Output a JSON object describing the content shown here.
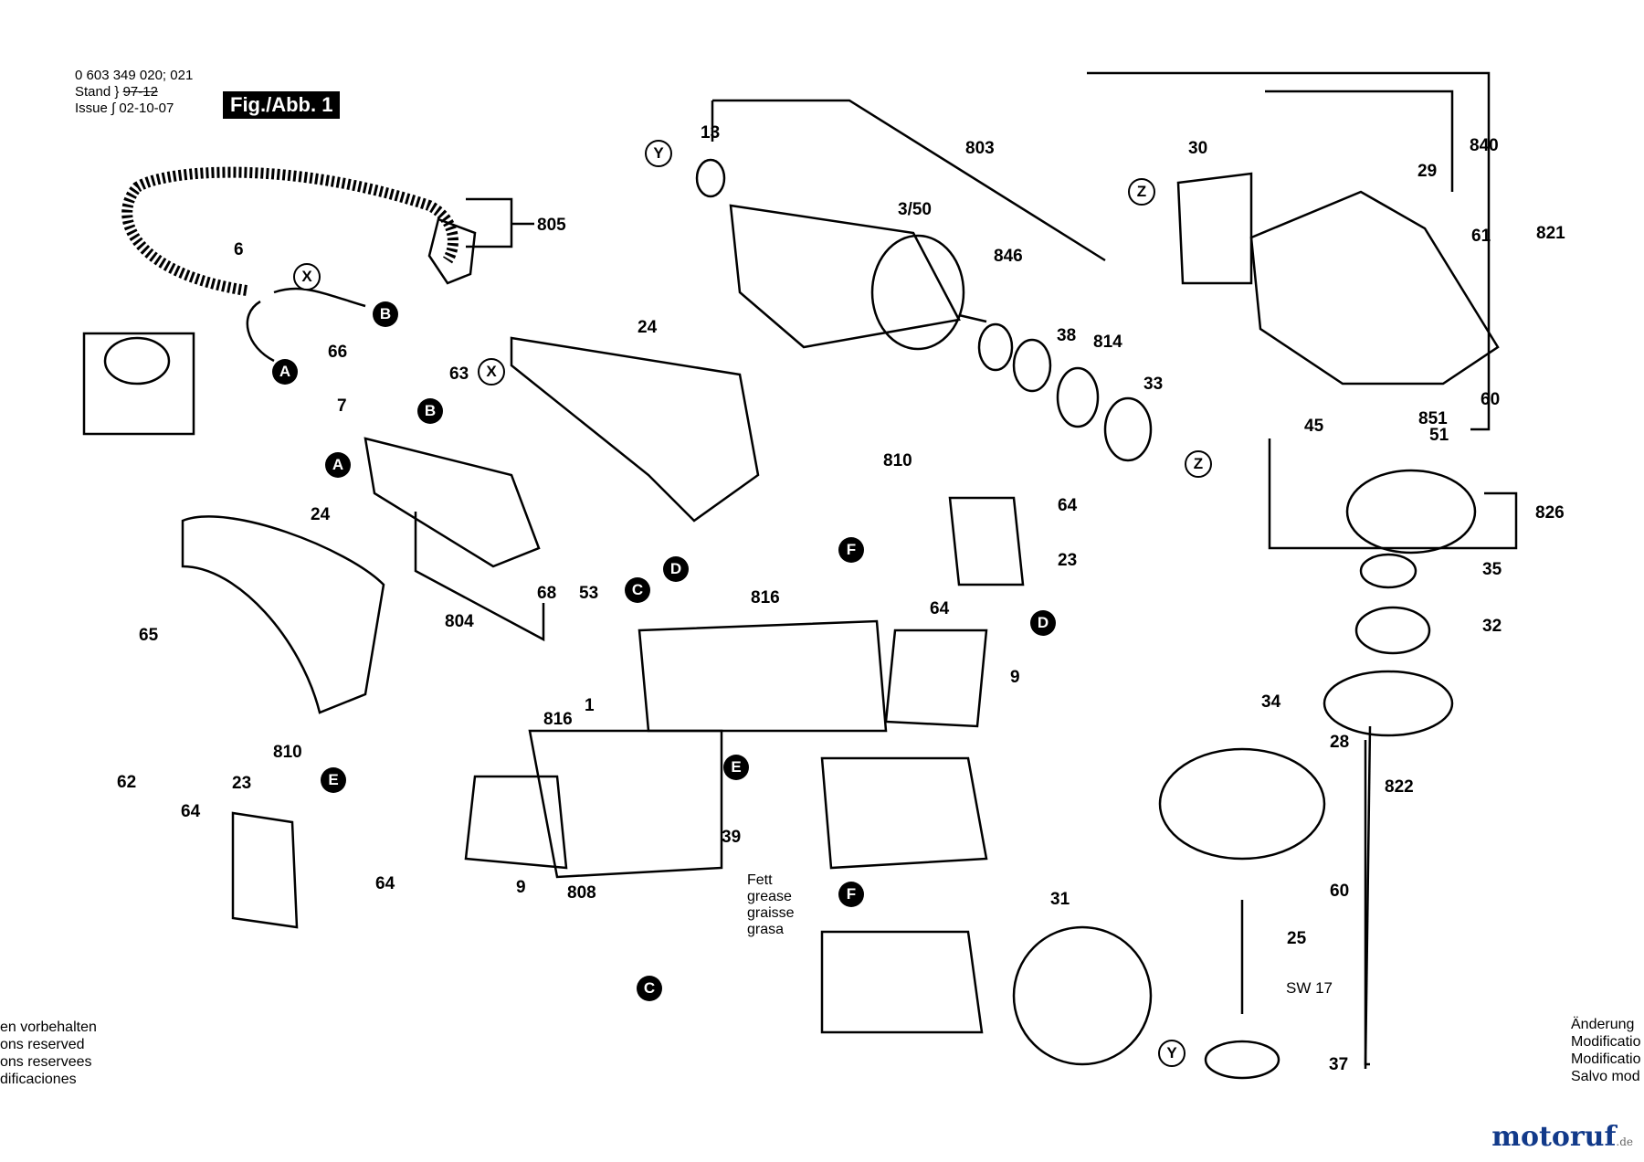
{
  "header": {
    "part_number": "0 603 349 020; 021",
    "stand_label": "Stand",
    "issue_label": "Issue",
    "stand_value": "97-12",
    "issue_value": "02-10-07",
    "figure": "Fig./Abb. 1"
  },
  "connectors": [
    "A",
    "B",
    "C",
    "D",
    "E",
    "F",
    "X",
    "Y",
    "Z"
  ],
  "labels": {
    "l805": "805",
    "l6": "6",
    "l803": "803",
    "l13": "13",
    "l350": "3/50",
    "l846": "846",
    "l38": "38",
    "l814": "814",
    "l33": "33",
    "l30": "30",
    "l840": "840",
    "l29": "29",
    "l821": "821",
    "l61": "61",
    "l60a": "60",
    "l851": "851",
    "l51": "51",
    "l45": "45",
    "l826": "826",
    "l35": "35",
    "l32": "32",
    "l34": "34",
    "l28": "28",
    "l822": "822",
    "l60b": "60",
    "l25": "25",
    "lsw17": "SW 17",
    "l37": "37",
    "l66": "66",
    "l63": "63",
    "l7": "7",
    "l24a": "24",
    "l24b": "24",
    "l65": "65",
    "l804": "804",
    "l68": "68",
    "l53": "53",
    "l810a": "810",
    "l64a": "64",
    "l23a": "23",
    "l816a": "816",
    "l64b": "64",
    "l9a": "9",
    "l1": "1",
    "l816b": "816",
    "l62": "62",
    "l810b": "810",
    "l23b": "23",
    "l64c": "64",
    "l64d": "64",
    "l9b": "9",
    "l808": "808",
    "l39": "39",
    "l31": "31"
  },
  "grease_lines": [
    "Fett",
    "grease",
    "graisse",
    "grasa"
  ],
  "notes_left": [
    "en vorbehalten",
    "ons reserved",
    "ons reservees",
    "dificaciones"
  ],
  "notes_right": [
    "Änderung",
    "Modificatio",
    "Modificatio",
    "Salvo mod"
  ],
  "watermark": "motoruf",
  "watermark_tld": ".de"
}
